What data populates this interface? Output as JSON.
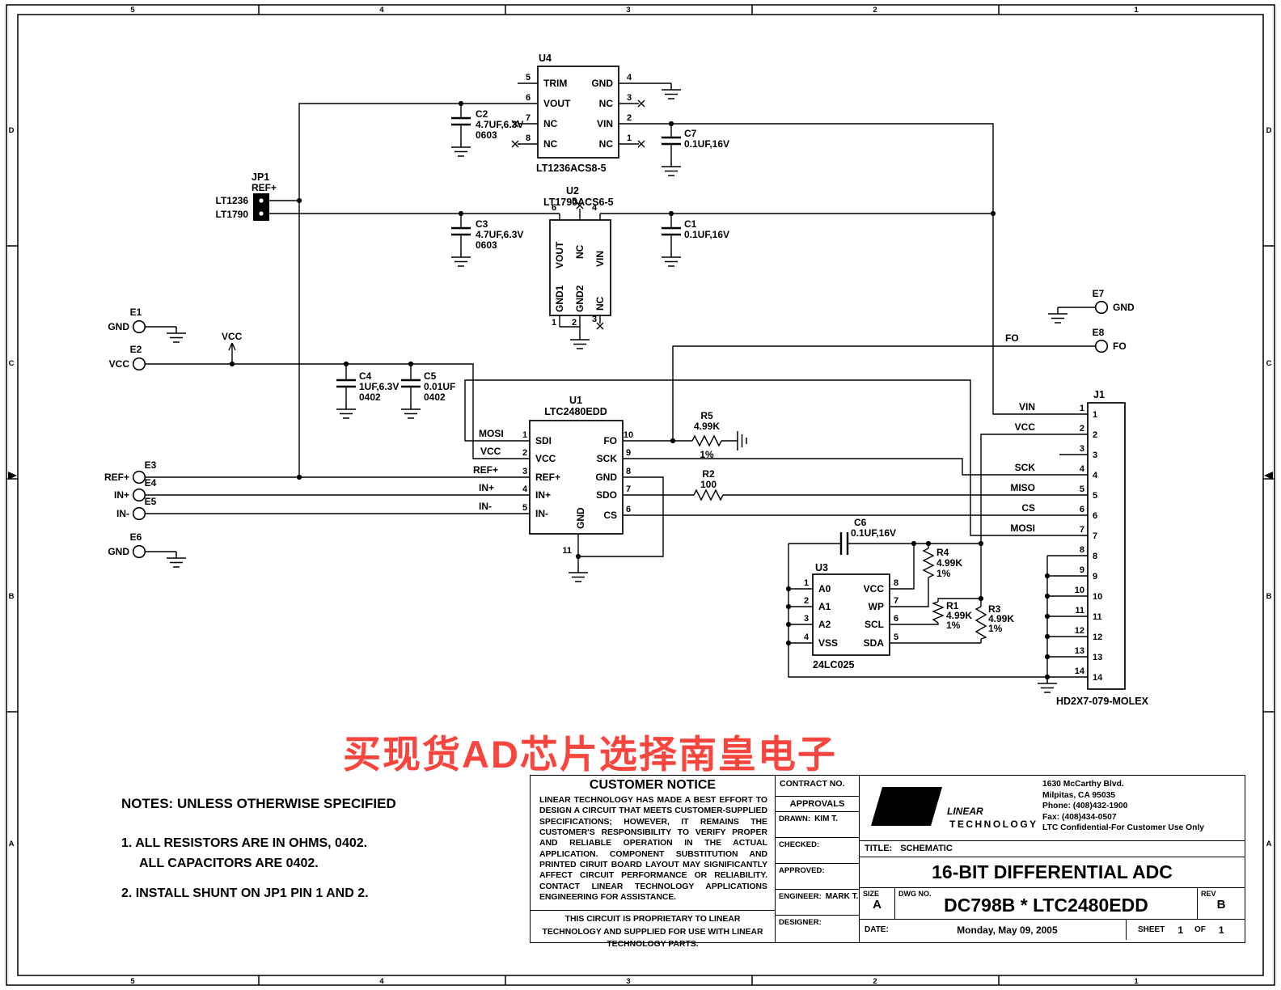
{
  "border": {
    "cols": [
      "5",
      "4",
      "3",
      "2",
      "1"
    ],
    "rows": [
      "D",
      "C",
      "B",
      "A"
    ]
  },
  "watermark": {
    "text": "买现货AD芯片选择南皇电子",
    "color": "#f8453e"
  },
  "nets": {
    "vcc": "VCC",
    "fo": "FO"
  },
  "components": {
    "u4": {
      "ref": "U4",
      "part": "LT1236ACS8-5",
      "left_pins": [
        {
          "num": "5",
          "name": "TRIM"
        },
        {
          "num": "6",
          "name": "VOUT"
        },
        {
          "num": "7",
          "name": "NC"
        },
        {
          "num": "8",
          "name": "NC"
        }
      ],
      "right_pins": [
        {
          "num": "4",
          "name": "GND"
        },
        {
          "num": "3",
          "name": "NC"
        },
        {
          "num": "2",
          "name": "VIN"
        },
        {
          "num": "1",
          "name": "NC"
        }
      ]
    },
    "u2": {
      "ref": "U2",
      "part": "LT1790ACS6-5",
      "top_pins": [
        {
          "num": "6",
          "name": "VOUT"
        },
        {
          "num": "5",
          "name": "NC"
        },
        {
          "num": "4",
          "name": "VIN"
        }
      ],
      "bottom_pins": [
        {
          "num": "1",
          "name": "GND1"
        },
        {
          "num": "2",
          "name": "GND2"
        },
        {
          "num": "3",
          "name": "NC"
        }
      ]
    },
    "u1": {
      "ref": "U1",
      "part": "LTC2480EDD",
      "left_pins": [
        {
          "num": "1",
          "name": "SDI"
        },
        {
          "num": "2",
          "name": "VCC"
        },
        {
          "num": "3",
          "name": "REF+"
        },
        {
          "num": "4",
          "name": "IN+"
        },
        {
          "num": "5",
          "name": "IN-"
        }
      ],
      "right_pins": [
        {
          "num": "10",
          "name": "FO"
        },
        {
          "num": "9",
          "name": "SCK"
        },
        {
          "num": "8",
          "name": "GND"
        },
        {
          "num": "7",
          "name": "SDO"
        },
        {
          "num": "6",
          "name": "CS"
        }
      ],
      "bottom_pin": {
        "num": "11",
        "name": "GND"
      },
      "left_nets": [
        "MOSI",
        "VCC",
        "REF+",
        "IN+",
        "IN-"
      ]
    },
    "u3": {
      "ref": "U3",
      "part": "24LC025",
      "left_pins": [
        {
          "num": "1",
          "name": "A0"
        },
        {
          "num": "2",
          "name": "A1"
        },
        {
          "num": "3",
          "name": "A2"
        },
        {
          "num": "4",
          "name": "VSS"
        }
      ],
      "right_pins": [
        {
          "num": "8",
          "name": "VCC"
        },
        {
          "num": "7",
          "name": "WP"
        },
        {
          "num": "6",
          "name": "SCL"
        },
        {
          "num": "5",
          "name": "SDA"
        }
      ]
    },
    "jp1": {
      "ref": "JP1",
      "net": "REF+",
      "options": [
        "LT1236",
        "LT1790"
      ]
    },
    "caps": {
      "c2": {
        "ref": "C2",
        "value": "4.7UF,6.3V",
        "size": "0603"
      },
      "c3": {
        "ref": "C3",
        "value": "4.7UF,6.3V",
        "size": "0603"
      },
      "c7": {
        "ref": "C7",
        "value": "0.1UF,16V"
      },
      "c1": {
        "ref": "C1",
        "value": "0.1UF,16V"
      },
      "c4": {
        "ref": "C4",
        "value": "1UF,6.3V",
        "size": "0402"
      },
      "c5": {
        "ref": "C5",
        "value": "0.01UF",
        "size": "0402"
      },
      "c6": {
        "ref": "C6",
        "value": "0.1UF,16V"
      }
    },
    "res": {
      "r5": {
        "ref": "R5",
        "value": "4.99K",
        "tol": "1%"
      },
      "r2": {
        "ref": "R2",
        "value": "100"
      },
      "r4": {
        "ref": "R4",
        "value": "4.99K",
        "tol": "1%"
      },
      "r1": {
        "ref": "R1",
        "value": "4.99K",
        "tol": "1%"
      },
      "r3": {
        "ref": "R3",
        "value": "4.99K",
        "tol": "1%"
      }
    },
    "j1": {
      "ref": "J1",
      "part": "HD2X7-079-MOLEX",
      "net_labels": [
        "VIN",
        "VCC",
        "SCK",
        "MISO",
        "CS",
        "MOSI"
      ],
      "pins": [
        "1",
        "2",
        "3",
        "4",
        "5",
        "6",
        "7",
        "8",
        "9",
        "10",
        "11",
        "12",
        "13",
        "14"
      ]
    }
  },
  "terminals": {
    "e1": {
      "ref": "E1",
      "net": "GND"
    },
    "e2": {
      "ref": "E2",
      "net": "VCC"
    },
    "e3": {
      "ref": "E3",
      "net": "REF+"
    },
    "e4": {
      "ref": "E4",
      "net": "IN+"
    },
    "e5": {
      "ref": "E5",
      "net": "IN-"
    },
    "e6": {
      "ref": "E6",
      "net": "GND"
    },
    "e7": {
      "ref": "E7",
      "net": "GND"
    },
    "e8": {
      "ref": "E8",
      "net": "FO"
    }
  },
  "notes": {
    "heading": "NOTES:  UNLESS OTHERWISE SPECIFIED",
    "item1": "1.  ALL RESISTORS ARE IN OHMS, 0402.",
    "item1b": "ALL CAPACITORS ARE 0402.",
    "item2": "2.  INSTALL SHUNT ON JP1 PIN 1 AND 2."
  },
  "title_block": {
    "customer_notice_title": "CUSTOMER NOTICE",
    "customer_notice_body": "LINEAR TECHNOLOGY HAS MADE A BEST EFFORT TO DESIGN A CIRCUIT THAT MEETS CUSTOMER-SUPPLIED SPECIFICATIONS; HOWEVER, IT REMAINS THE CUSTOMER'S RESPONSIBILITY TO VERIFY PROPER AND RELIABLE OPERATION IN THE ACTUAL APPLICATION.  COMPONENT SUBSTITUTION AND PRINTED CIRUIT BOARD LAYOUT MAY SIGNIFICANTLY AFFECT CIRCUIT PERFORMANCE OR RELIABILITY.  CONTACT LINEAR TECHNOLOGY APPLICATIONS ENGINEERING FOR ASSISTANCE.",
    "proprietary": "THIS CIRCUIT IS PROPRIETARY TO LINEAR TECHNOLOGY AND SUPPLIED FOR USE WITH LINEAR TECHNOLOGY PARTS.",
    "contract_label": "CONTRACT NO.",
    "approvals_label": "APPROVALS",
    "rows": [
      {
        "label": "DRAWN:",
        "value": "KIM T."
      },
      {
        "label": "CHECKED:",
        "value": ""
      },
      {
        "label": "APPROVED:",
        "value": ""
      },
      {
        "label": "ENGINEER:",
        "value": "MARK T."
      },
      {
        "label": "DESIGNER:",
        "value": ""
      }
    ],
    "brand_mark": "LT",
    "brand_top": "LINEAR",
    "brand_bottom": "TECHNOLOGY",
    "address": [
      "1630 McCarthy Blvd.",
      "Milpitas, CA 95035",
      "Phone: (408)432-1900",
      "Fax: (408)434-0507",
      "LTC Confidential-For Customer Use Only"
    ],
    "title_label": "TITLE:",
    "title_value": "SCHEMATIC",
    "main_title": "16-BIT DIFFERENTIAL ADC",
    "size_label": "SIZE",
    "size_value": "A",
    "dwg_label": "DWG NO.",
    "dwg_value": "DC798B * LTC2480EDD",
    "rev_label": "REV",
    "rev_value": "B",
    "date_label": "DATE:",
    "date_value": "Monday, May 09, 2005",
    "sheet_label": "SHEET",
    "sheet_value": "1",
    "of_label": "OF",
    "of_value": "1"
  }
}
